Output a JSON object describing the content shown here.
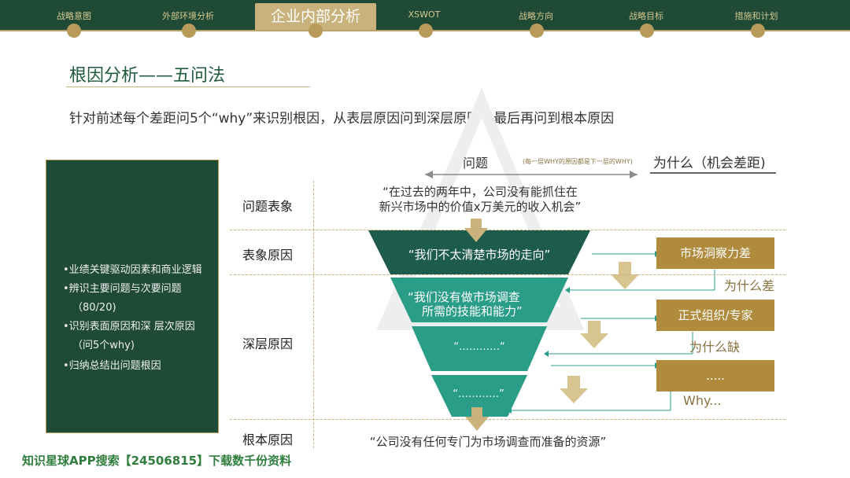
{
  "nav": {
    "items": [
      "战略意图",
      "外部环境分析",
      "XSWOT",
      "战略方向",
      "战略目标",
      "措施和计划"
    ],
    "active": "企业内部分析"
  },
  "title": "根因分析——五问法",
  "subtitle": "针对前述每个差距问5个“why”来识别根因，从表层原因问到深层原因，最后再问到根本原因",
  "left_panel": {
    "bullets": [
      "•业绩关键驱动因素和商业逻辑",
      "•辨识主要问题与次要问题",
      "（80/20)",
      "•识别表面原因和深 层次原因",
      "（问5个why)",
      "•归纳总结出问题根因"
    ]
  },
  "header": {
    "left": "问题",
    "middle": "(每一层WHY的原因都是下一层的WHY)",
    "right": "为什么（机会差距)"
  },
  "rows": {
    "r1": "问题表象",
    "r2": "表象原因",
    "r3": "深层原因",
    "r4": "根本原因"
  },
  "quotes": {
    "top_line1": "“在过去的两年中，公司没有能抓住在",
    "top_line2": "新兴市场中的价值x万美元的收入机会”",
    "bottom": "“公司没有任何专门为市场调查而准备的资源”"
  },
  "funnel": {
    "level1": "“我们不太清楚市场的走向”",
    "level2_line1": "“我们没有做市场调查",
    "level2_line2": "所需的技能和能力”",
    "level3": "“…………“",
    "level4": "“…………”"
  },
  "right_boxes": {
    "box1": "市场洞察力差",
    "why1": "为什么差",
    "box2": "正式组织/专家",
    "why2": "为什么缺",
    "box3": ".....",
    "why3": "Why..."
  },
  "footer": "知识星球APP搜索【24506815】下载数千份资料",
  "colors": {
    "dark_green": "#1e4a36",
    "teal1": "#1d5c4c",
    "teal2": "#2a9d88",
    "gold": "#b08b3e"
  }
}
